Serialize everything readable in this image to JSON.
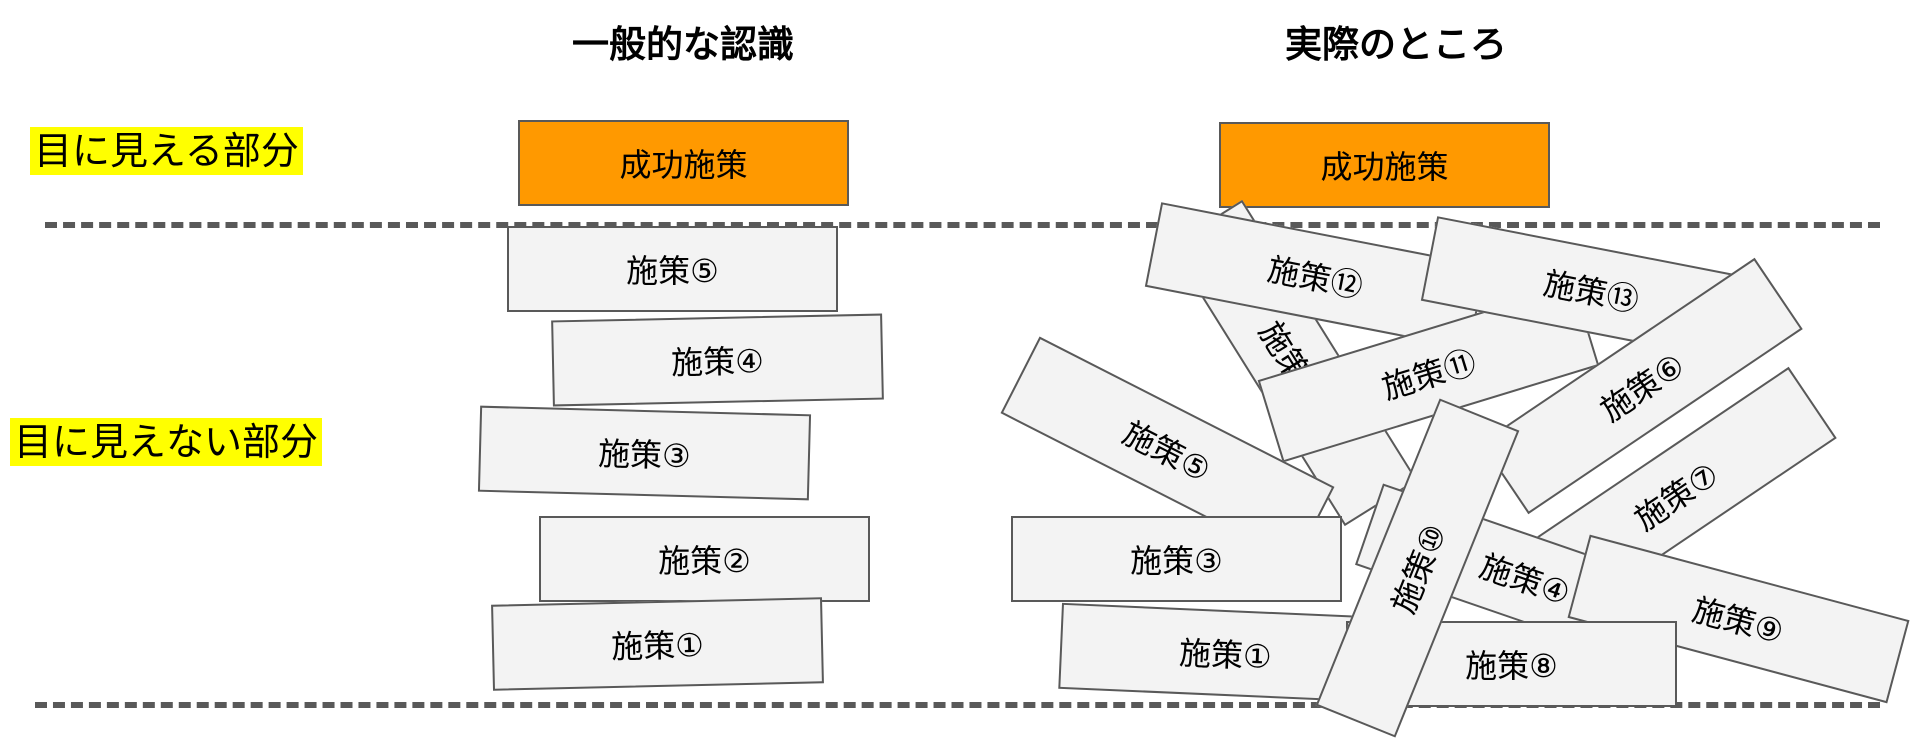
{
  "headings": {
    "common": "一般的な認識",
    "actual": "実際のところ"
  },
  "zones": {
    "visible": "目に見える部分",
    "invisible": "目に見えない部分"
  },
  "success_label": "成功施策",
  "common_items": [
    "施策⑤",
    "施策④",
    "施策③",
    "施策②",
    "施策①"
  ],
  "actual_items": [
    "施策⑫",
    "施策⑬",
    "施策②",
    "施策⑪",
    "施策⑥",
    "施策⑤",
    "施策⑦",
    "施策③",
    "施策④",
    "施策⑨",
    "施策①",
    "施策⑧",
    "施策⑩"
  ],
  "colors": {
    "success_fill": "#ff9900",
    "item_fill": "#f3f3f3",
    "border": "#595959",
    "zone_highlight": "#ffff00"
  }
}
